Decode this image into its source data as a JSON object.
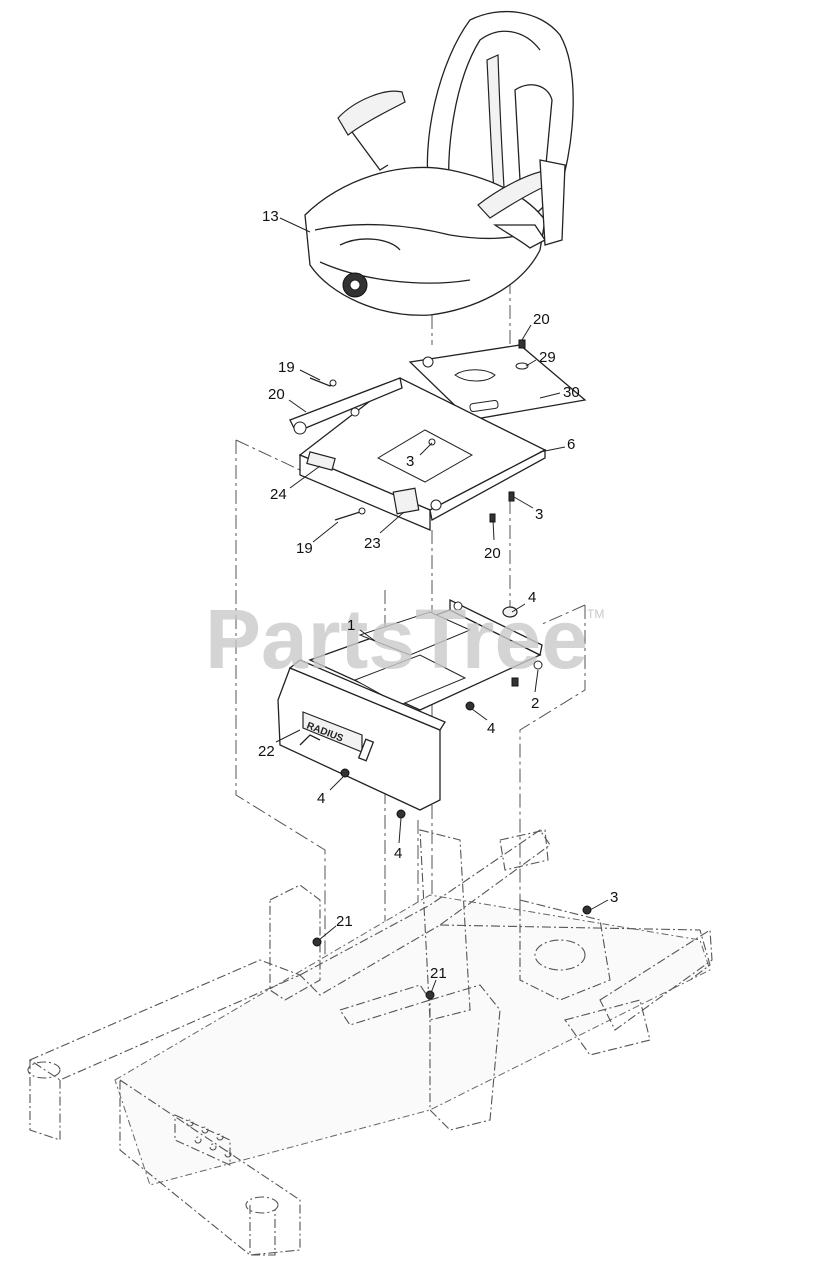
{
  "watermark": {
    "text": "PartsTree",
    "trademark": "TM"
  },
  "panel_badge_text": "RADIUS",
  "callouts": [
    {
      "id": "c13",
      "label": "13"
    },
    {
      "id": "c20a",
      "label": "20"
    },
    {
      "id": "c29",
      "label": "29"
    },
    {
      "id": "c19a",
      "label": "19"
    },
    {
      "id": "c20b",
      "label": "20"
    },
    {
      "id": "c30",
      "label": "30"
    },
    {
      "id": "c6",
      "label": "6"
    },
    {
      "id": "c3a",
      "label": "3"
    },
    {
      "id": "c24",
      "label": "24"
    },
    {
      "id": "c3b",
      "label": "3"
    },
    {
      "id": "c19b",
      "label": "19"
    },
    {
      "id": "c23",
      "label": "23"
    },
    {
      "id": "c20c",
      "label": "20"
    },
    {
      "id": "c4a",
      "label": "4"
    },
    {
      "id": "c1",
      "label": "1"
    },
    {
      "id": "c2",
      "label": "2"
    },
    {
      "id": "c4b",
      "label": "4"
    },
    {
      "id": "c22",
      "label": "22"
    },
    {
      "id": "c4c",
      "label": "4"
    },
    {
      "id": "c4d",
      "label": "4"
    },
    {
      "id": "c3c",
      "label": "3"
    },
    {
      "id": "c21a",
      "label": "21"
    },
    {
      "id": "c21b",
      "label": "21"
    }
  ]
}
